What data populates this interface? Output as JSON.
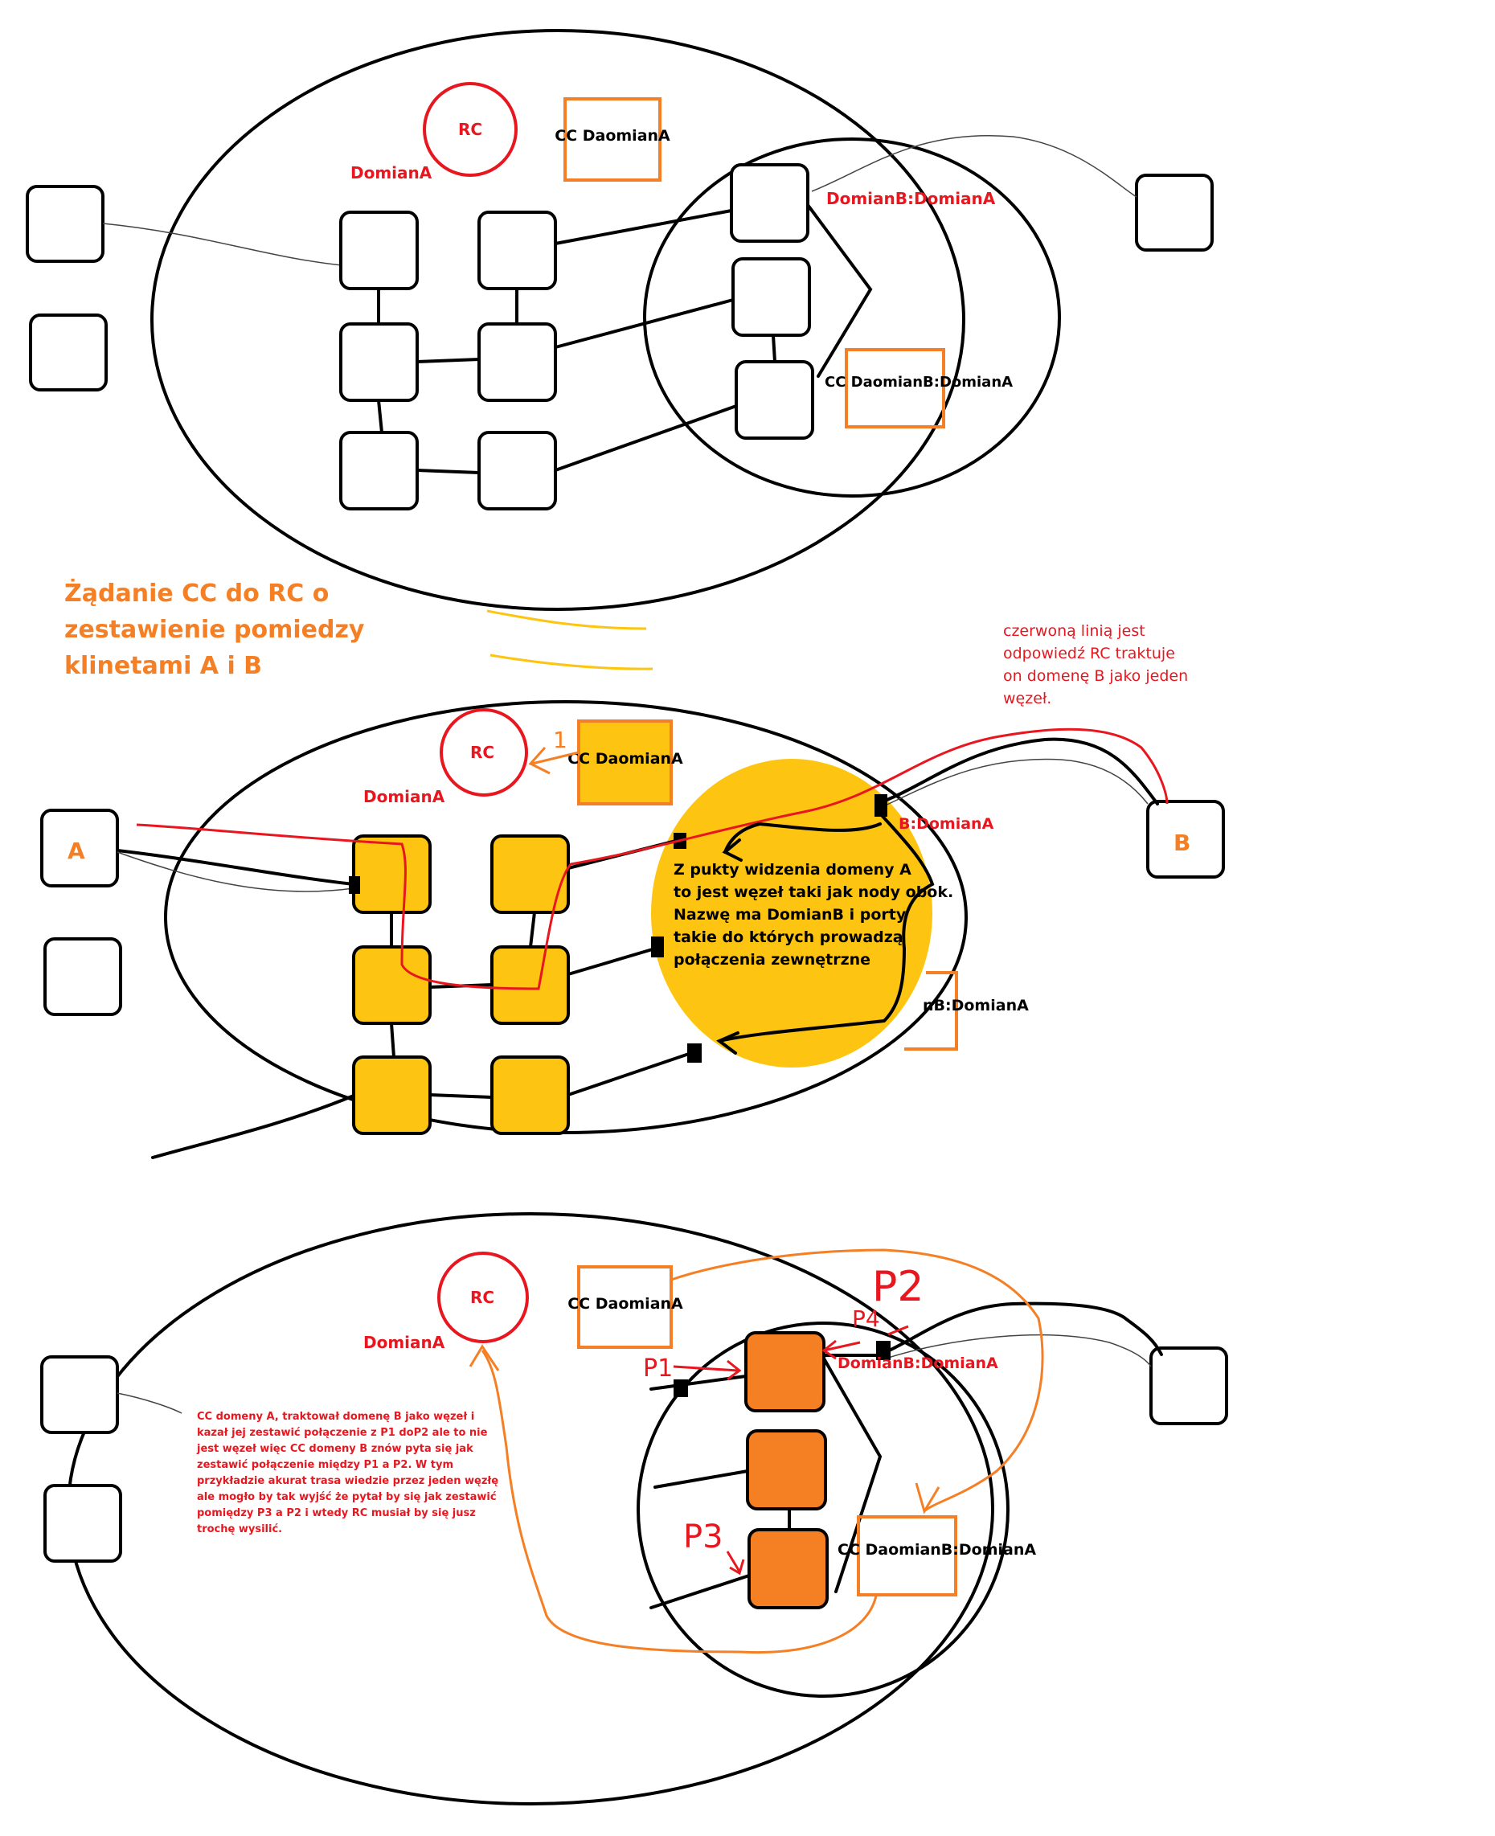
{
  "panel1": {
    "rc": "RC",
    "cc": "CC DaomianA",
    "domain_a": "DomianA",
    "domain_b": "DomianB:DomianA",
    "cc_b": "CC DaomianB:DomianA"
  },
  "heading": [
    "Żądanie CC do RC o",
    "zestawienie pomiedzy",
    "klinetami A i B"
  ],
  "panel2": {
    "rc": "RC",
    "cc": "CC DaomianA",
    "domain_a": "DomianA",
    "client_a": "A",
    "client_b": "B",
    "arrow_num": "1",
    "b_partial": "B:DomianA",
    "cc_b_partial": "nB:DomianA",
    "red_note": [
      "czerwoną linią jest",
      "odpowiedź RC traktuje",
      "on domenę B jako jeden",
      "węzeł."
    ],
    "yellow_note": [
      "Z pukty widzenia domeny A",
      "to jest węzeł taki jak nody obok.",
      "Nazwę ma DomianB i porty",
      "takie do których prowadzą",
      "połączenia zewnętrzne"
    ]
  },
  "panel3": {
    "rc": "RC",
    "cc": "CC DaomianA",
    "domain_a": "DomianA",
    "domain_b": "DomianB:DomianA",
    "cc_b": "CC DaomianB:DomianA",
    "p1": "P1",
    "p2": "P2",
    "p3": "P3",
    "p4": "P4",
    "note": [
      "CC domeny A, traktował domenę B jako węzeł i",
      "kazał jej zestawić połączenie z P1 doP2 ale to nie",
      "jest węzeł więc CC domeny B znów pyta się jak",
      "zestawić połączenie między P1 a P2. W tym",
      "przykładzie akurat trasa wiedzie przez jeden węzłę",
      "ale mogło by tak wyjść że pytał by się jak zestawić",
      "pomiędzy P3 a P2 i wtedy RC musiał by się jusz",
      "trochę wysilić."
    ]
  }
}
